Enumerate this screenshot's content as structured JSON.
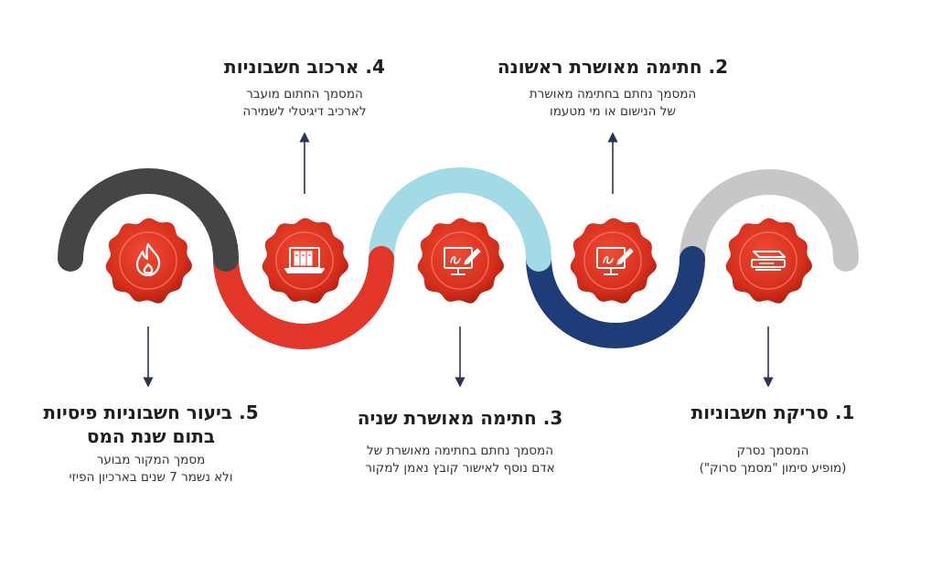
{
  "steps": [
    {
      "number": "1.",
      "title": "סריקת חשבוניות",
      "title_line2": "",
      "desc_line1": "המסמך נסרק",
      "desc_line2": "(מופיע סימון \"מסמך סרוק\")",
      "icon": "scanner-icon",
      "arc_color": "#c6c7c9"
    },
    {
      "number": "2.",
      "title": "חתימה מאושרת ראשונה",
      "title_line2": "",
      "desc_line1": "המסמך נחתם בחתימה מאושרת",
      "desc_line2": "של הנישום או מי מטעמו",
      "icon": "monitor-sign-icon",
      "arc_color": "#1d3c78"
    },
    {
      "number": "3.",
      "title": "חתימה מאושרת שניה",
      "title_line2": "",
      "desc_line1": "המסמך נחתם בחתימה מאושרת של",
      "desc_line2": "אדם נוסף לאישור קובץ נאמן למקור",
      "icon": "monitor-sign-icon",
      "arc_color": "#a2dbe5"
    },
    {
      "number": "4.",
      "title": "ארכוב חשבוניות",
      "title_line2": "",
      "desc_line1": "המסמך החתום מועבר",
      "desc_line2": "לארכיב דיגיטלי לשמירה",
      "icon": "laptop-archive-icon",
      "arc_color": "#e2362a"
    },
    {
      "number": "5.",
      "title": "ביעור חשבוניות פיסיות",
      "title_line2": "בתום שנת המס",
      "desc_line1": "מסמך המקור מבוער",
      "desc_line2": "ולא נשמר 7 שנים בארכיון הפיזי",
      "icon": "flame-icon",
      "arc_color": "#444546"
    }
  ],
  "colors": {
    "seal": "#d9301f",
    "seal_dark": "#b3200f",
    "arrow": "#2c3550"
  }
}
